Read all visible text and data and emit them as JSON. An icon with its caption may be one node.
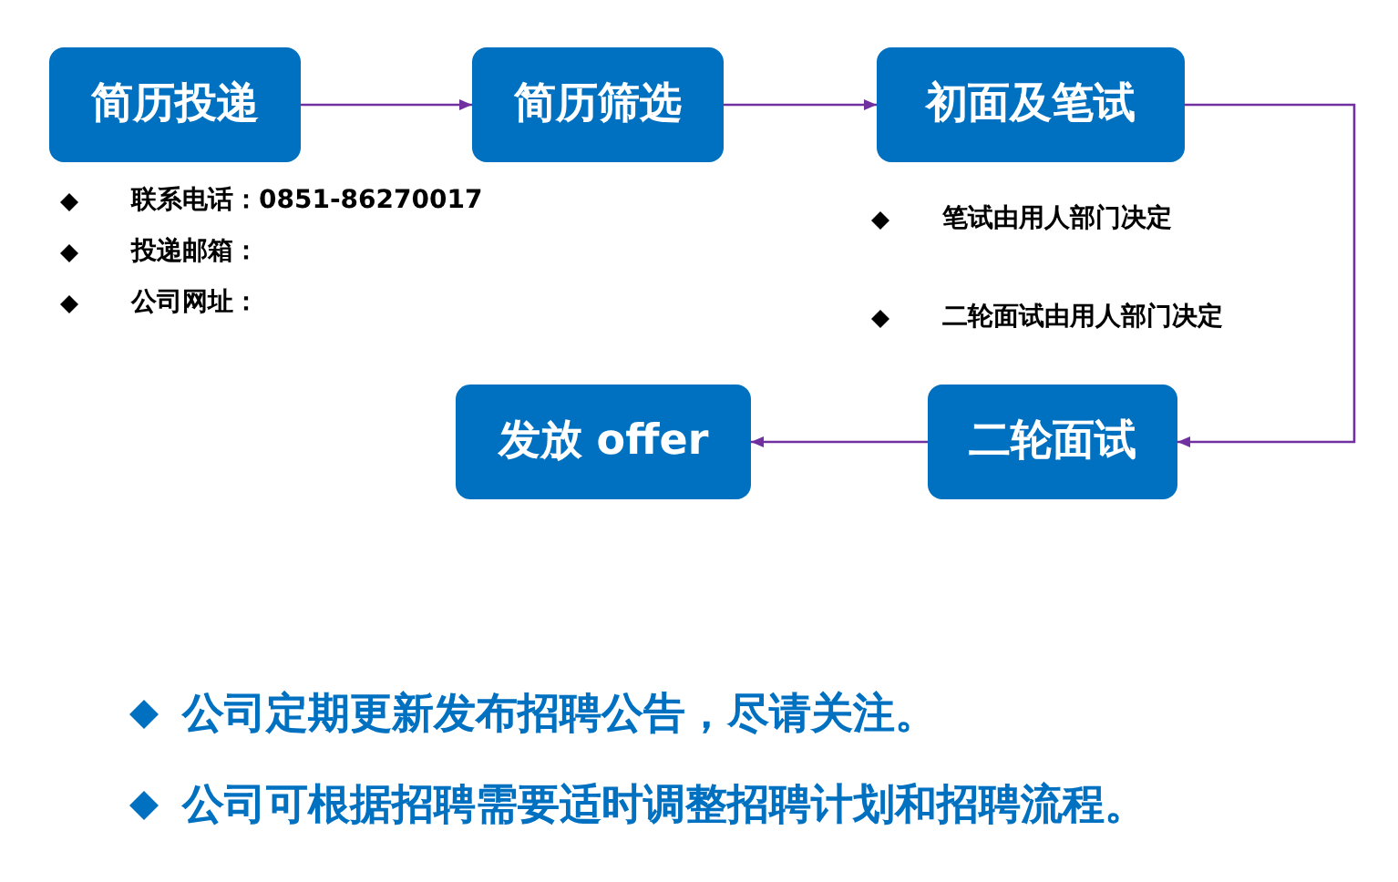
{
  "diagram": {
    "nodes": [
      {
        "text": [
          "简历投递"
        ]
      },
      {
        "text": [
          "简历筛选"
        ]
      },
      {
        "text": [
          "初面及笔试"
        ]
      },
      {
        "text": [
          "发放 offer"
        ]
      },
      {
        "text": [
          "二轮面试"
        ]
      }
    ],
    "edges": [
      {
        "from": 0,
        "to": 1,
        "arrow": "to"
      },
      {
        "from": 1,
        "to": 2,
        "arrow": "to"
      },
      {
        "from": 2,
        "to": 4,
        "arrow": "to"
      },
      {
        "from": 4,
        "to": 3,
        "arrow": "to"
      }
    ],
    "labels": [
      "联系电话：0851-86270017",
      "投递邮箱：",
      "公司网址：",
      "笔试由用人部门决定",
      "二轮面试由用人部门决定",
      "公司定期更新发布招聘公告，尽请关注。",
      "公司可根据招聘需要适时调整招聘计划和招聘流程。"
    ]
  }
}
